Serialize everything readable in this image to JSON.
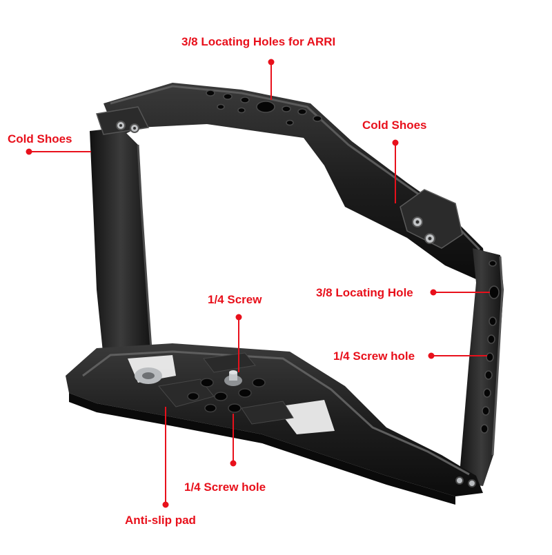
{
  "colors": {
    "annotation": "#e8101b",
    "metal_dark": "#161616",
    "metal_mid": "#2c2c2c",
    "metal_highlight": "#5a5a5a",
    "screw_silver": "#b9bcbf",
    "background": "#ffffff"
  },
  "labels": {
    "top_holes": "3/8 Locating Holes for ARRI",
    "cold_shoes_left": "Cold Shoes",
    "cold_shoes_right": "Cold Shoes",
    "locating_hole": "3/8 Locating Hole",
    "screw_quarter": "1/4 Screw",
    "screw_hole_right": "1/4 Screw hole",
    "screw_hole_bottom": "1/4 Screw hole",
    "anti_slip_pad": "Anti-slip pad"
  }
}
